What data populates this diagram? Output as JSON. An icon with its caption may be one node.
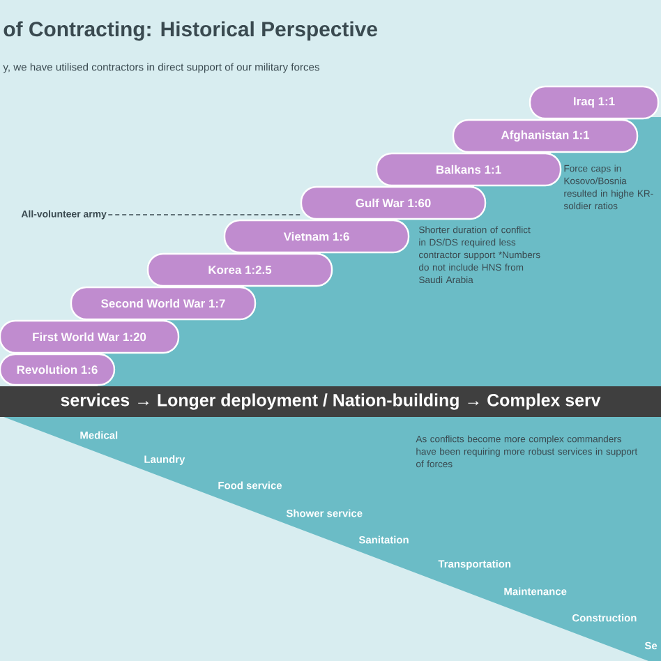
{
  "diagram": {
    "title": "of Contracting: Historical Perspective",
    "nodes": [
      {
        "text": [
          "Iraq 1:1"
        ]
      },
      {
        "text": [
          "Afghanistan 1:1"
        ]
      },
      {
        "text": [
          "Balkans 1:1"
        ]
      },
      {
        "text": [
          "Gulf War 1:60"
        ]
      },
      {
        "text": [
          "All-volunteer army"
        ]
      },
      {
        "text": [
          "Vietnam 1:6"
        ]
      },
      {
        "text": [
          "Korea 1:2.5"
        ]
      },
      {
        "text": [
          "Second World War 1:7"
        ]
      },
      {
        "text": [
          "First World War 1:20"
        ]
      },
      {
        "text": [
          "Revolution 1:6"
        ]
      },
      {
        "text": [
          "services → Longer deployment / Nation-building → Complex serv"
        ]
      }
    ],
    "edges": [
      {
        "from": 4,
        "to": 3,
        "arrow": "none",
        "style": "dashed"
      }
    ],
    "labels": [
      "y, we have utilised contractors in direct support of our military forces",
      "Force caps in Kosovo/Bosnia resulted in highe KR-soldier ratios",
      "Shorter duration of conflict in DS/DS required less contractor support *Numbers do not include HNS from Saudi Arabia",
      "As conflicts become more complex commanders have been requiring more robust services in support of forces",
      "Medical",
      "Laundry",
      "Food service",
      "Shower service",
      "Sanitation",
      "Transportation",
      "Maintenance",
      "Construction",
      "Se"
    ]
  }
}
